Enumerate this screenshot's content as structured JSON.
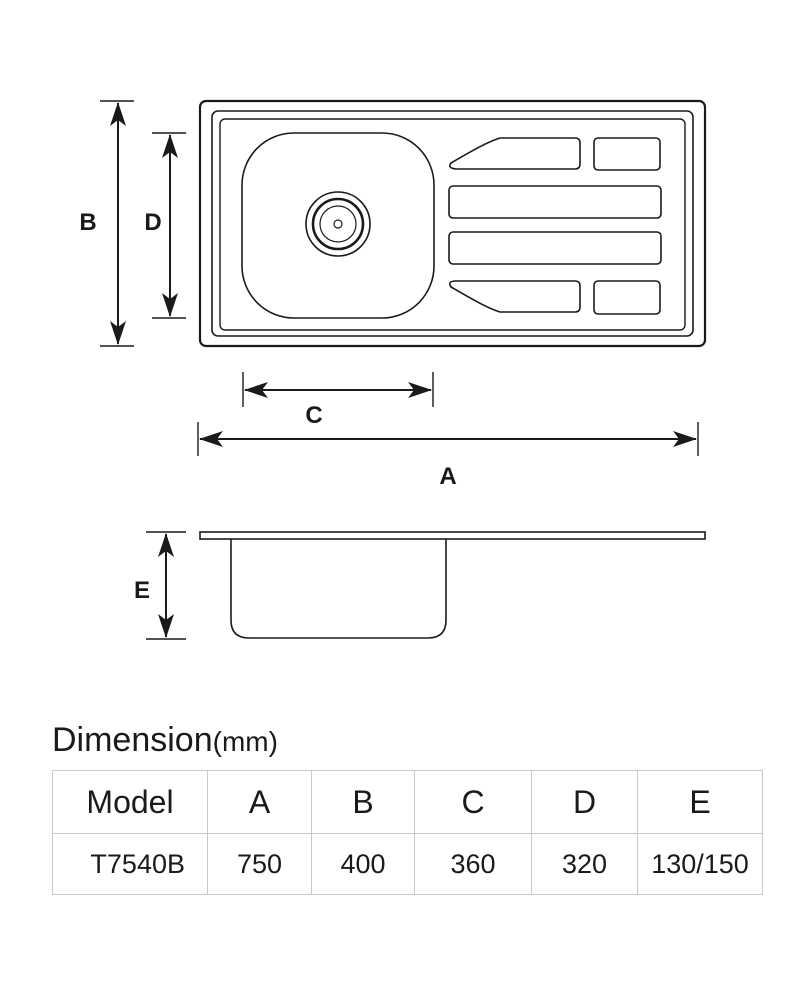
{
  "drawing": {
    "labels": {
      "a": "A",
      "b": "B",
      "c": "C",
      "d": "D",
      "e": "E"
    }
  },
  "table": {
    "title": "Dimension",
    "unit": "(mm)",
    "headers": [
      "Model",
      "A",
      "B",
      "C",
      "D",
      "E"
    ],
    "rows": [
      [
        "T7540B",
        "750",
        "400",
        "360",
        "320",
        "130/150"
      ]
    ]
  }
}
